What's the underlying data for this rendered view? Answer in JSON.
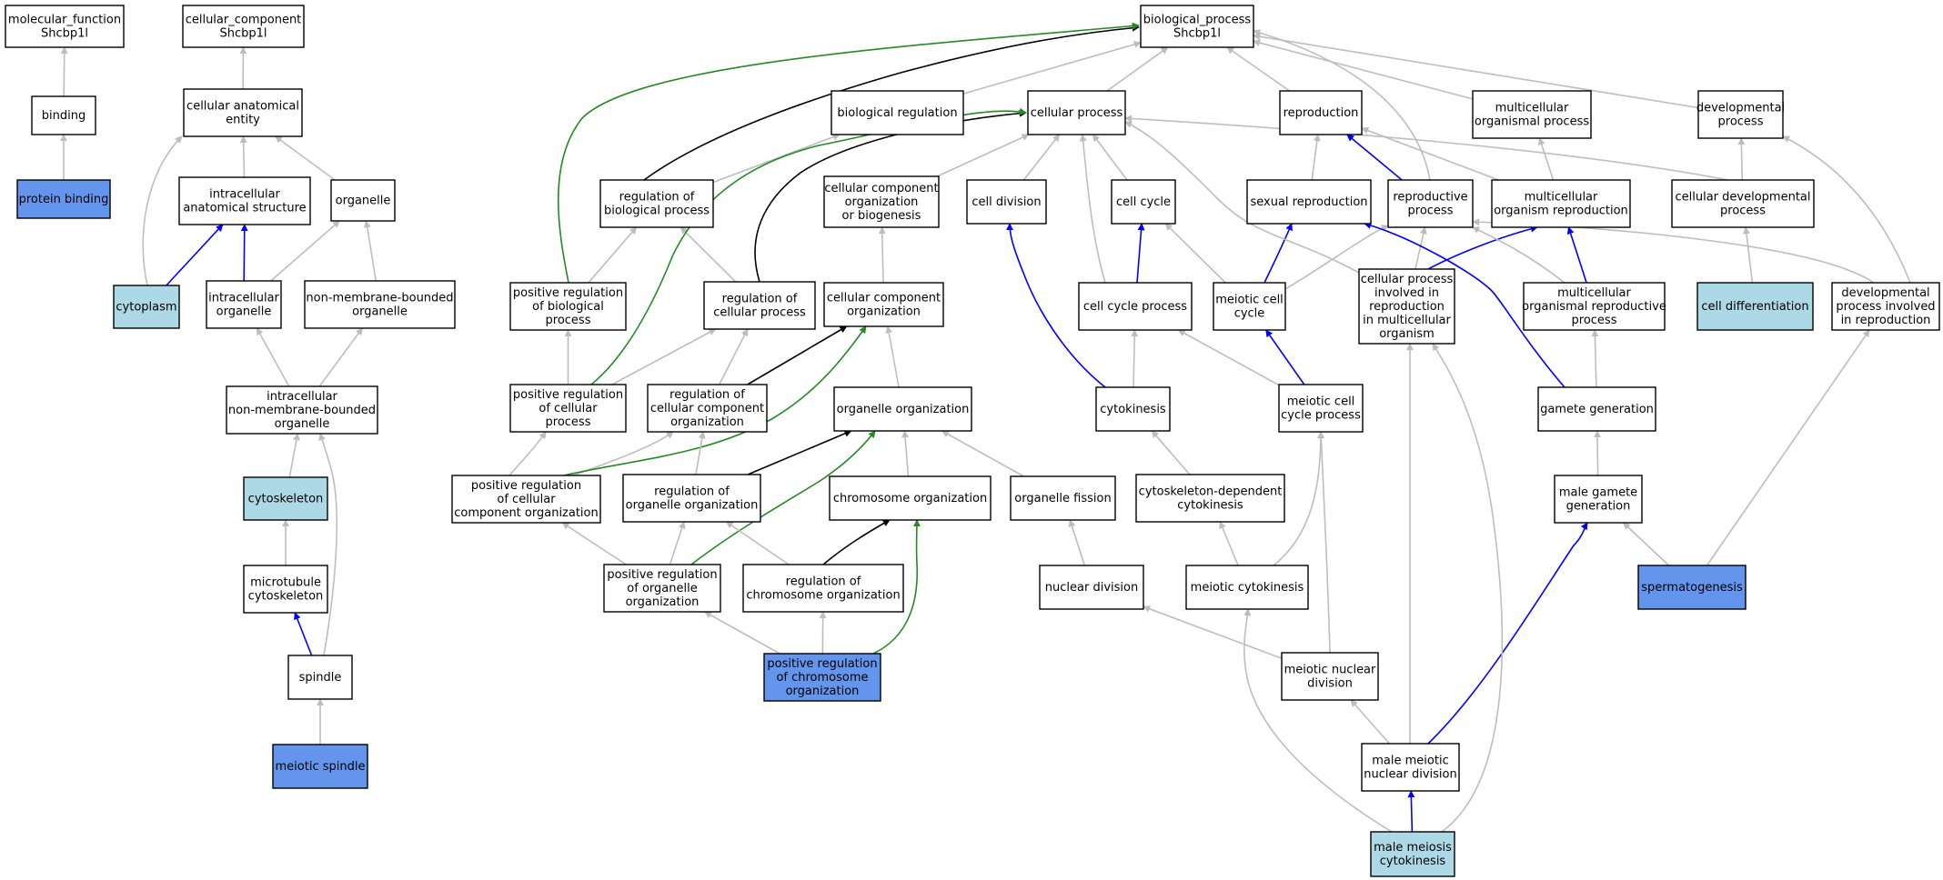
{
  "nodes": [
    {
      "id": "molecular_function",
      "lines": [
        "molecular_function",
        "Shcbp1l"
      ],
      "fill": "#ffffff"
    },
    {
      "id": "cellular_component",
      "lines": [
        "cellular_component",
        "Shcbp1l"
      ],
      "fill": "#ffffff"
    },
    {
      "id": "biological_process",
      "lines": [
        "biological_process",
        "Shcbp1l"
      ],
      "fill": "#ffffff"
    },
    {
      "id": "binding",
      "lines": [
        "binding"
      ],
      "fill": "#ffffff"
    },
    {
      "id": "protein_binding",
      "lines": [
        "protein binding"
      ],
      "fill": "#6495ed"
    },
    {
      "id": "cellular_anatomical_entity",
      "lines": [
        "cellular anatomical",
        "entity"
      ],
      "fill": "#ffffff"
    },
    {
      "id": "intracellular_anatomical_structure",
      "lines": [
        "intracellular",
        "anatomical structure"
      ],
      "fill": "#ffffff"
    },
    {
      "id": "organelle",
      "lines": [
        "organelle"
      ],
      "fill": "#ffffff"
    },
    {
      "id": "cytoplasm",
      "lines": [
        "cytoplasm"
      ],
      "fill": "#add8e6"
    },
    {
      "id": "intracellular_organelle",
      "lines": [
        "intracellular",
        "organelle"
      ],
      "fill": "#ffffff"
    },
    {
      "id": "non_membrane_bounded_organelle",
      "lines": [
        "non-membrane-bounded",
        "organelle"
      ],
      "fill": "#ffffff"
    },
    {
      "id": "intracellular_nmb_organelle",
      "lines": [
        "intracellular",
        "non-membrane-bounded",
        "organelle"
      ],
      "fill": "#ffffff"
    },
    {
      "id": "cytoskeleton",
      "lines": [
        "cytoskeleton"
      ],
      "fill": "#add8e6"
    },
    {
      "id": "microtubule_cytoskeleton",
      "lines": [
        "microtubule",
        "cytoskeleton"
      ],
      "fill": "#ffffff"
    },
    {
      "id": "spindle",
      "lines": [
        "spindle"
      ],
      "fill": "#ffffff"
    },
    {
      "id": "meiotic_spindle",
      "lines": [
        "meiotic spindle"
      ],
      "fill": "#6495ed"
    },
    {
      "id": "biological_regulation",
      "lines": [
        "biological regulation"
      ],
      "fill": "#ffffff"
    },
    {
      "id": "cellular_process",
      "lines": [
        "cellular process"
      ],
      "fill": "#ffffff"
    },
    {
      "id": "reproduction",
      "lines": [
        "reproduction"
      ],
      "fill": "#ffffff"
    },
    {
      "id": "multicellular_organismal_process",
      "lines": [
        "multicellular",
        "organismal process"
      ],
      "fill": "#ffffff"
    },
    {
      "id": "developmental_process",
      "lines": [
        "developmental",
        "process"
      ],
      "fill": "#ffffff"
    },
    {
      "id": "regulation_of_biological_process",
      "lines": [
        "regulation of",
        "biological process"
      ],
      "fill": "#ffffff"
    },
    {
      "id": "ccob",
      "lines": [
        "cellular component",
        "organization",
        "or biogenesis"
      ],
      "fill": "#ffffff"
    },
    {
      "id": "cell_division",
      "lines": [
        "cell division"
      ],
      "fill": "#ffffff"
    },
    {
      "id": "cell_cycle",
      "lines": [
        "cell cycle"
      ],
      "fill": "#ffffff"
    },
    {
      "id": "sexual_reproduction",
      "lines": [
        "sexual reproduction"
      ],
      "fill": "#ffffff"
    },
    {
      "id": "reproductive_process",
      "lines": [
        "reproductive",
        "process"
      ],
      "fill": "#ffffff"
    },
    {
      "id": "multicellular_organism_reproduction",
      "lines": [
        "multicellular",
        "organism reproduction"
      ],
      "fill": "#ffffff"
    },
    {
      "id": "cellular_developmental_process",
      "lines": [
        "cellular developmental",
        "process"
      ],
      "fill": "#ffffff"
    },
    {
      "id": "pos_reg_biological_process",
      "lines": [
        "positive regulation",
        "of biological",
        "process"
      ],
      "fill": "#ffffff"
    },
    {
      "id": "regulation_of_cellular_process",
      "lines": [
        "regulation of",
        "cellular process"
      ],
      "fill": "#ffffff"
    },
    {
      "id": "cellular_component_organization",
      "lines": [
        "cellular component",
        "organization"
      ],
      "fill": "#ffffff"
    },
    {
      "id": "cell_cycle_process",
      "lines": [
        "cell cycle process"
      ],
      "fill": "#ffffff"
    },
    {
      "id": "meiotic_cell_cycle",
      "lines": [
        "meiotic cell",
        "cycle"
      ],
      "fill": "#ffffff"
    },
    {
      "id": "cpir",
      "lines": [
        "cellular process",
        "involved in",
        "reproduction",
        "in multicellular",
        "organism"
      ],
      "fill": "#ffffff"
    },
    {
      "id": "morp",
      "lines": [
        "multicellular",
        "organismal reproductive",
        "process"
      ],
      "fill": "#ffffff"
    },
    {
      "id": "cell_differentiation",
      "lines": [
        "cell differentiation"
      ],
      "fill": "#add8e6"
    },
    {
      "id": "dpir",
      "lines": [
        "developmental",
        "process involved",
        "in reproduction"
      ],
      "fill": "#ffffff"
    },
    {
      "id": "pos_reg_cellular_process",
      "lines": [
        "positive regulation",
        "of cellular",
        "process"
      ],
      "fill": "#ffffff"
    },
    {
      "id": "reg_ccorg",
      "lines": [
        "regulation of",
        "cellular component",
        "organization"
      ],
      "fill": "#ffffff"
    },
    {
      "id": "organelle_organization",
      "lines": [
        "organelle organization"
      ],
      "fill": "#ffffff"
    },
    {
      "id": "cytokinesis",
      "lines": [
        "cytokinesis"
      ],
      "fill": "#ffffff"
    },
    {
      "id": "meiotic_cell_cycle_process",
      "lines": [
        "meiotic cell",
        "cycle process"
      ],
      "fill": "#ffffff"
    },
    {
      "id": "gamete_generation",
      "lines": [
        "gamete generation"
      ],
      "fill": "#ffffff"
    },
    {
      "id": "pos_reg_ccorg",
      "lines": [
        "positive regulation",
        "of cellular",
        "component organization"
      ],
      "fill": "#ffffff"
    },
    {
      "id": "reg_organelle_org",
      "lines": [
        "regulation of",
        "organelle organization"
      ],
      "fill": "#ffffff"
    },
    {
      "id": "chromosome_organization",
      "lines": [
        "chromosome organization"
      ],
      "fill": "#ffffff"
    },
    {
      "id": "organelle_fission",
      "lines": [
        "organelle fission"
      ],
      "fill": "#ffffff"
    },
    {
      "id": "cytoskeleton_dependent_cytokinesis",
      "lines": [
        "cytoskeleton-dependent",
        "cytokinesis"
      ],
      "fill": "#ffffff"
    },
    {
      "id": "male_gamete_generation",
      "lines": [
        "male gamete",
        "generation"
      ],
      "fill": "#ffffff"
    },
    {
      "id": "pos_reg_organelle_org",
      "lines": [
        "positive regulation",
        "of organelle",
        "organization"
      ],
      "fill": "#ffffff"
    },
    {
      "id": "reg_chromosome_org",
      "lines": [
        "regulation of",
        "chromosome organization"
      ],
      "fill": "#ffffff"
    },
    {
      "id": "nuclear_division",
      "lines": [
        "nuclear division"
      ],
      "fill": "#ffffff"
    },
    {
      "id": "meiotic_cytokinesis",
      "lines": [
        "meiotic cytokinesis"
      ],
      "fill": "#ffffff"
    },
    {
      "id": "spermatogenesis",
      "lines": [
        "spermatogenesis"
      ],
      "fill": "#6495ed"
    },
    {
      "id": "pos_reg_chromosome_org",
      "lines": [
        "positive regulation",
        "of chromosome",
        "organization"
      ],
      "fill": "#6495ed"
    },
    {
      "id": "meiotic_nuclear_division",
      "lines": [
        "meiotic nuclear",
        "division"
      ],
      "fill": "#ffffff"
    },
    {
      "id": "male_meiotic_nuclear_division",
      "lines": [
        "male meiotic",
        "nuclear division"
      ],
      "fill": "#ffffff"
    },
    {
      "id": "male_meiosis_cytokinesis",
      "lines": [
        "male meiosis",
        "cytokinesis"
      ],
      "fill": "#add8e6"
    }
  ],
  "edges": [
    {
      "from": "binding",
      "to": "molecular_function",
      "kind": "is_a"
    },
    {
      "from": "protein_binding",
      "to": "binding",
      "kind": "is_a"
    },
    {
      "from": "cellular_anatomical_entity",
      "to": "cellular_component",
      "kind": "is_a"
    },
    {
      "from": "intracellular_anatomical_structure",
      "to": "cellular_anatomical_entity",
      "kind": "is_a"
    },
    {
      "from": "organelle",
      "to": "cellular_anatomical_entity",
      "kind": "is_a"
    },
    {
      "from": "cytoplasm",
      "to": "cellular_anatomical_entity",
      "kind": "is_a"
    },
    {
      "from": "cytoplasm",
      "to": "intracellular_anatomical_structure",
      "kind": "part_of"
    },
    {
      "from": "intracellular_organelle",
      "to": "intracellular_anatomical_structure",
      "kind": "part_of"
    },
    {
      "from": "intracellular_organelle",
      "to": "organelle",
      "kind": "is_a"
    },
    {
      "from": "non_membrane_bounded_organelle",
      "to": "organelle",
      "kind": "is_a"
    },
    {
      "from": "intracellular_nmb_organelle",
      "to": "intracellular_organelle",
      "kind": "is_a"
    },
    {
      "from": "intracellular_nmb_organelle",
      "to": "non_membrane_bounded_organelle",
      "kind": "is_a"
    },
    {
      "from": "cytoskeleton",
      "to": "intracellular_nmb_organelle",
      "kind": "is_a"
    },
    {
      "from": "microtubule_cytoskeleton",
      "to": "cytoskeleton",
      "kind": "is_a"
    },
    {
      "from": "spindle",
      "to": "microtubule_cytoskeleton",
      "kind": "part_of"
    },
    {
      "from": "spindle",
      "to": "intracellular_nmb_organelle",
      "kind": "is_a"
    },
    {
      "from": "meiotic_spindle",
      "to": "spindle",
      "kind": "is_a"
    },
    {
      "from": "biological_regulation",
      "to": "biological_process",
      "kind": "is_a"
    },
    {
      "from": "cellular_process",
      "to": "biological_process",
      "kind": "is_a"
    },
    {
      "from": "reproduction",
      "to": "biological_process",
      "kind": "is_a"
    },
    {
      "from": "multicellular_organismal_process",
      "to": "biological_process",
      "kind": "is_a"
    },
    {
      "from": "developmental_process",
      "to": "biological_process",
      "kind": "is_a"
    },
    {
      "from": "regulation_of_biological_process",
      "to": "biological_regulation",
      "kind": "is_a"
    },
    {
      "from": "regulation_of_biological_process",
      "to": "biological_process",
      "kind": "regulates"
    },
    {
      "from": "pos_reg_biological_process",
      "to": "regulation_of_biological_process",
      "kind": "is_a"
    },
    {
      "from": "pos_reg_biological_process",
      "to": "biological_process",
      "kind": "positively_regulates"
    },
    {
      "from": "ccob",
      "to": "cellular_process",
      "kind": "is_a"
    },
    {
      "from": "cell_division",
      "to": "cellular_process",
      "kind": "is_a"
    },
    {
      "from": "cell_cycle",
      "to": "cellular_process",
      "kind": "is_a"
    },
    {
      "from": "cell_cycle_process",
      "to": "cellular_process",
      "kind": "is_a"
    },
    {
      "from": "cell_cycle_process",
      "to": "cell_cycle",
      "kind": "part_of"
    },
    {
      "from": "regulation_of_cellular_process",
      "to": "regulation_of_biological_process",
      "kind": "is_a"
    },
    {
      "from": "regulation_of_cellular_process",
      "to": "cellular_process",
      "kind": "regulates"
    },
    {
      "from": "pos_reg_cellular_process",
      "to": "pos_reg_biological_process",
      "kind": "is_a"
    },
    {
      "from": "pos_reg_cellular_process",
      "to": "regulation_of_cellular_process",
      "kind": "is_a"
    },
    {
      "from": "pos_reg_cellular_process",
      "to": "cellular_process",
      "kind": "positively_regulates"
    },
    {
      "from": "cellular_component_organization",
      "to": "ccob",
      "kind": "is_a"
    },
    {
      "from": "reg_ccorg",
      "to": "regulation_of_cellular_process",
      "kind": "is_a"
    },
    {
      "from": "reg_ccorg",
      "to": "cellular_component_organization",
      "kind": "regulates"
    },
    {
      "from": "pos_reg_ccorg",
      "to": "pos_reg_cellular_process",
      "kind": "is_a"
    },
    {
      "from": "pos_reg_ccorg",
      "to": "reg_ccorg",
      "kind": "is_a"
    },
    {
      "from": "pos_reg_ccorg",
      "to": "cellular_component_organization",
      "kind": "positively_regulates"
    },
    {
      "from": "organelle_organization",
      "to": "cellular_component_organization",
      "kind": "is_a"
    },
    {
      "from": "reg_organelle_org",
      "to": "reg_ccorg",
      "kind": "is_a"
    },
    {
      "from": "reg_organelle_org",
      "to": "organelle_organization",
      "kind": "regulates"
    },
    {
      "from": "pos_reg_organelle_org",
      "to": "pos_reg_ccorg",
      "kind": "is_a"
    },
    {
      "from": "pos_reg_organelle_org",
      "to": "reg_organelle_org",
      "kind": "is_a"
    },
    {
      "from": "pos_reg_organelle_org",
      "to": "organelle_organization",
      "kind": "positively_regulates"
    },
    {
      "from": "chromosome_organization",
      "to": "organelle_organization",
      "kind": "is_a"
    },
    {
      "from": "organelle_fission",
      "to": "organelle_organization",
      "kind": "is_a"
    },
    {
      "from": "reg_chromosome_org",
      "to": "reg_organelle_org",
      "kind": "is_a"
    },
    {
      "from": "reg_chromosome_org",
      "to": "chromosome_organization",
      "kind": "regulates"
    },
    {
      "from": "pos_reg_chromosome_org",
      "to": "pos_reg_organelle_org",
      "kind": "is_a"
    },
    {
      "from": "pos_reg_chromosome_org",
      "to": "reg_chromosome_org",
      "kind": "is_a"
    },
    {
      "from": "pos_reg_chromosome_org",
      "to": "chromosome_organization",
      "kind": "positively_regulates"
    },
    {
      "from": "cytokinesis",
      "to": "cell_cycle_process",
      "kind": "is_a"
    },
    {
      "from": "cytokinesis",
      "to": "cell_division",
      "kind": "part_of"
    },
    {
      "from": "cytoskeleton_dependent_cytokinesis",
      "to": "cytokinesis",
      "kind": "is_a"
    },
    {
      "from": "nuclear_division",
      "to": "organelle_fission",
      "kind": "is_a"
    },
    {
      "from": "meiotic_cytokinesis",
      "to": "cytoskeleton_dependent_cytokinesis",
      "kind": "is_a"
    },
    {
      "from": "meiotic_cytokinesis",
      "to": "meiotic_cell_cycle_process",
      "kind": "is_a"
    },
    {
      "from": "meiotic_nuclear_division",
      "to": "nuclear_division",
      "kind": "is_a"
    },
    {
      "from": "meiotic_nuclear_division",
      "to": "meiotic_cell_cycle_process",
      "kind": "is_a"
    },
    {
      "from": "meiotic_cell_cycle",
      "to": "cell_cycle",
      "kind": "is_a"
    },
    {
      "from": "meiotic_cell_cycle",
      "to": "reproductive_process",
      "kind": "is_a"
    },
    {
      "from": "meiotic_cell_cycle",
      "to": "sexual_reproduction",
      "kind": "part_of"
    },
    {
      "from": "meiotic_cell_cycle_process",
      "to": "cell_cycle_process",
      "kind": "is_a"
    },
    {
      "from": "meiotic_cell_cycle_process",
      "to": "meiotic_cell_cycle",
      "kind": "part_of"
    },
    {
      "from": "reproductive_process",
      "to": "biological_process",
      "kind": "is_a"
    },
    {
      "from": "reproductive_process",
      "to": "reproduction",
      "kind": "part_of"
    },
    {
      "from": "sexual_reproduction",
      "to": "reproduction",
      "kind": "is_a"
    },
    {
      "from": "multicellular_organism_reproduction",
      "to": "multicellular_organismal_process",
      "kind": "is_a"
    },
    {
      "from": "multicellular_organism_reproduction",
      "to": "reproduction",
      "kind": "is_a"
    },
    {
      "from": "cellular_developmental_process",
      "to": "developmental_process",
      "kind": "is_a"
    },
    {
      "from": "cellular_developmental_process",
      "to": "cellular_process",
      "kind": "is_a"
    },
    {
      "from": "cell_differentiation",
      "to": "cellular_developmental_process",
      "kind": "is_a"
    },
    {
      "from": "cpir",
      "to": "cellular_process",
      "kind": "is_a"
    },
    {
      "from": "cpir",
      "to": "reproductive_process",
      "kind": "is_a"
    },
    {
      "from": "cpir",
      "to": "multicellular_organism_reproduction",
      "kind": "part_of"
    },
    {
      "from": "morp",
      "to": "reproductive_process",
      "kind": "is_a"
    },
    {
      "from": "morp",
      "to": "multicellular_organism_reproduction",
      "kind": "part_of"
    },
    {
      "from": "dpir",
      "to": "developmental_process",
      "kind": "is_a"
    },
    {
      "from": "dpir",
      "to": "reproductive_process",
      "kind": "is_a"
    },
    {
      "from": "gamete_generation",
      "to": "morp",
      "kind": "is_a"
    },
    {
      "from": "gamete_generation",
      "to": "sexual_reproduction",
      "kind": "part_of"
    },
    {
      "from": "male_gamete_generation",
      "to": "gamete_generation",
      "kind": "is_a"
    },
    {
      "from": "spermatogenesis",
      "to": "male_gamete_generation",
      "kind": "is_a"
    },
    {
      "from": "spermatogenesis",
      "to": "dpir",
      "kind": "is_a"
    },
    {
      "from": "male_meiotic_nuclear_division",
      "to": "meiotic_nuclear_division",
      "kind": "is_a"
    },
    {
      "from": "male_meiotic_nuclear_division",
      "to": "cpir",
      "kind": "is_a"
    },
    {
      "from": "male_meiotic_nuclear_division",
      "to": "male_gamete_generation",
      "kind": "part_of"
    },
    {
      "from": "male_meiosis_cytokinesis",
      "to": "male_meiotic_nuclear_division",
      "kind": "part_of"
    },
    {
      "from": "male_meiosis_cytokinesis",
      "to": "meiotic_cytokinesis",
      "kind": "is_a"
    },
    {
      "from": "male_meiosis_cytokinesis",
      "to": "cpir",
      "kind": "is_a"
    }
  ],
  "edge_colors": {
    "is_a": "#bdbdbd",
    "part_of": "#0000ff",
    "regulates": "#000000",
    "positively_regulates": "#228b22"
  }
}
